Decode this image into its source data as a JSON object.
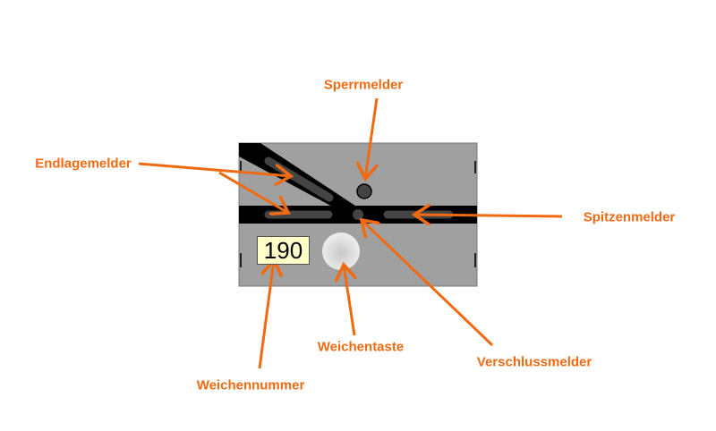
{
  "labels": {
    "sperrmelder": "Sperrmelder",
    "endlagemelder": "Endlagemelder",
    "spitzenmelder": "Spitzenmelder",
    "weichentaste": "Weichentaste",
    "verschlussmelder": "Verschlussmelder",
    "weichennummer": "Weichennummer"
  },
  "panel": {
    "switch_number": "190"
  },
  "colors": {
    "accent": "#f06a12",
    "panel": "#a0a0a0",
    "track": "#000000",
    "indicator": "#444444"
  }
}
